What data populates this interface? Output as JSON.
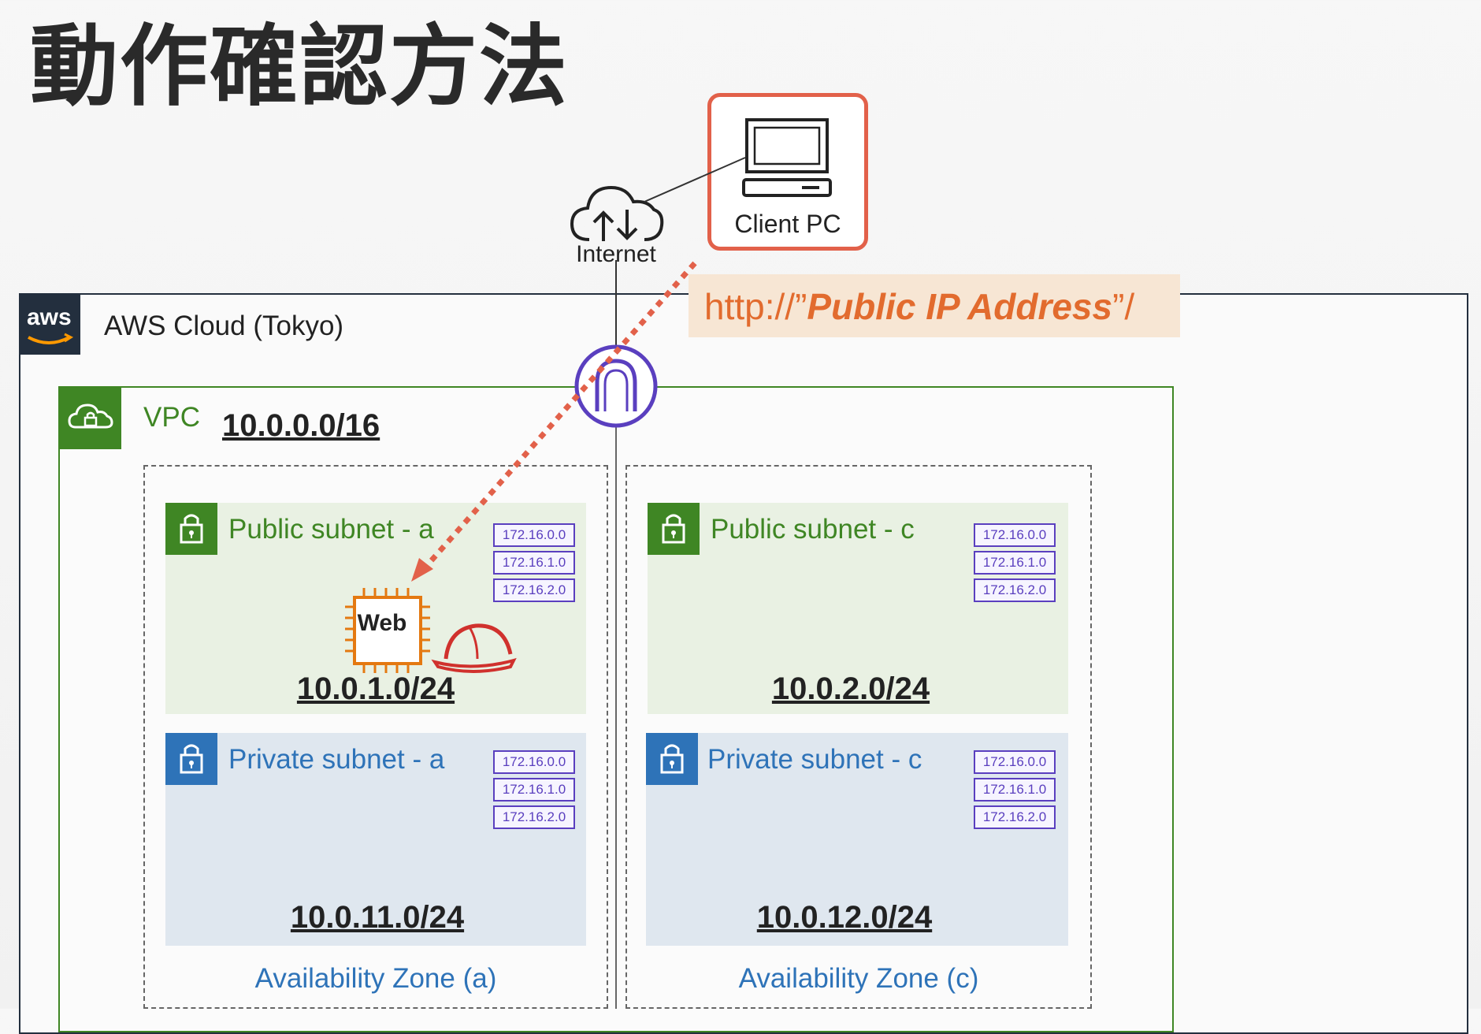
{
  "page": {
    "title": "動作確認方法"
  },
  "aws_cloud": {
    "logo": "aws",
    "label": "AWS Cloud (Tokyo)"
  },
  "vpc": {
    "label": "VPC",
    "cidr": "10.0.0.0/16"
  },
  "client": {
    "label": "Client PC"
  },
  "internet": {
    "label": "Internet"
  },
  "url": {
    "prefix": "http://”",
    "emphasis": "Public IP Address",
    "suffix": "”/"
  },
  "zones": {
    "a": {
      "label": "Availability Zone (a)",
      "public": {
        "label": "Public subnet - a",
        "cidr": "10.0.1.0/24",
        "routes": [
          "172.16.0.0",
          "172.16.1.0",
          "172.16.2.0"
        ]
      },
      "private": {
        "label": "Private subnet - a",
        "cidr": "10.0.11.0/24",
        "routes": [
          "172.16.0.0",
          "172.16.1.0",
          "172.16.2.0"
        ]
      }
    },
    "c": {
      "label": "Availability Zone (c)",
      "public": {
        "label": "Public subnet - c",
        "cidr": "10.0.2.0/24",
        "routes": [
          "172.16.0.0",
          "172.16.1.0",
          "172.16.2.0"
        ]
      },
      "private": {
        "label": "Private subnet - c",
        "cidr": "10.0.12.0/24",
        "routes": [
          "172.16.0.0",
          "172.16.1.0",
          "172.16.2.0"
        ]
      }
    }
  },
  "web_server": {
    "label": "Web"
  },
  "icons": {
    "client": "desktop-computer-icon",
    "internet": "cloud-upload-download-icon",
    "gateway": "internet-gateway-icon",
    "vpc": "vpc-cloud-lock-icon",
    "subnet": "padlock-icon",
    "ec2": "ec2-chip-icon",
    "construction": "hard-hat-icon"
  },
  "colors": {
    "accent_orange": "#e2614a",
    "vpc_green": "#3f8624",
    "private_blue": "#2e73b8",
    "route_purple": "#5a3fbf",
    "aws_dark": "#232f3e"
  }
}
